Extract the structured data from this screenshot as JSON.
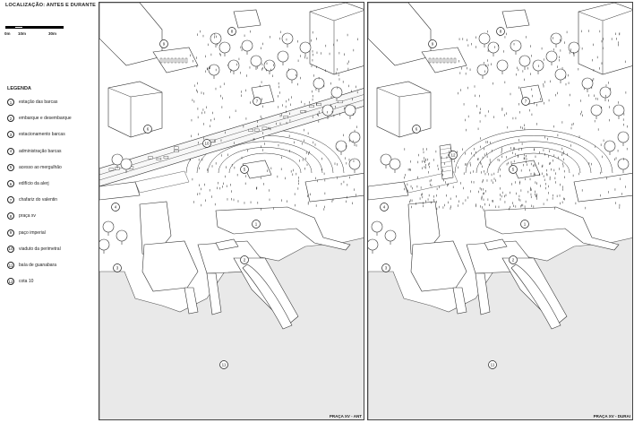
{
  "title": "LOCALIZAÇÃO: ANTES E DURANTE",
  "scale": {
    "labels": [
      "0m",
      "10m",
      "30m"
    ]
  },
  "legend": {
    "title": "LEGENDA",
    "items": [
      {
        "num": "1",
        "label": "estação das barcas"
      },
      {
        "num": "2",
        "label": "embarque e desembarque"
      },
      {
        "num": "3",
        "label": "estacionamento barcas"
      },
      {
        "num": "4",
        "label": "administração barcas"
      },
      {
        "num": "5",
        "label": "acesso ao mergulhão"
      },
      {
        "num": "6",
        "label": "edifício da alerj"
      },
      {
        "num": "7",
        "label": "chafariz do valentin"
      },
      {
        "num": "8",
        "label": "praça xv"
      },
      {
        "num": "9",
        "label": "paço imperial"
      },
      {
        "num": "10",
        "label": "viaduto da perimetral"
      },
      {
        "num": "11",
        "label": "baía de guanabara"
      },
      {
        "num": "12",
        "label": "cota 10"
      }
    ]
  },
  "panels": [
    {
      "caption": "PRAÇA XV - ANT",
      "markers": [
        "9",
        "8",
        "7",
        "6",
        "10",
        "5",
        "4",
        "1",
        "2",
        "3",
        "11"
      ]
    },
    {
      "caption": "PRAÇA XV - DURAI",
      "markers": [
        "9",
        "8",
        "7",
        "6",
        "12",
        "5",
        "4",
        "1",
        "2",
        "3",
        "11"
      ]
    }
  ]
}
